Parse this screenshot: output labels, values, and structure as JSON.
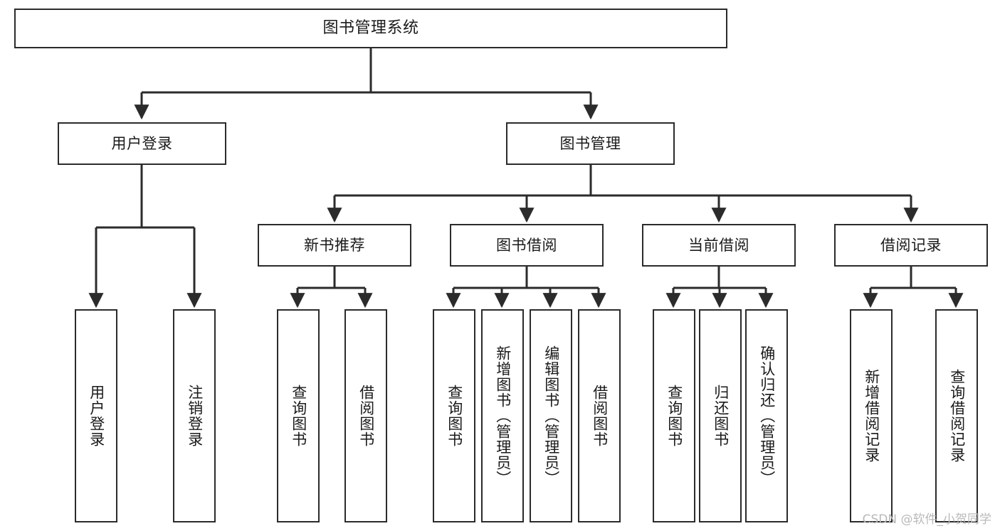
{
  "diagram": {
    "title": "图书管理系统",
    "watermark": "CSDN @软件_小贺同学",
    "levels": {
      "level1": {
        "label": "图书管理系统"
      },
      "level2": [
        {
          "label": "用户登录"
        },
        {
          "label": "图书管理"
        }
      ],
      "level3": [
        {
          "label": "新书推荐"
        },
        {
          "label": "图书借阅"
        },
        {
          "label": "当前借阅"
        },
        {
          "label": "借阅记录"
        }
      ],
      "leaves": {
        "user_login": [
          {
            "label": "用户登录"
          },
          {
            "label": "注销登录"
          }
        ],
        "new_book_recommend": [
          {
            "label": "查询图书"
          },
          {
            "label": "借阅图书"
          }
        ],
        "book_borrow": [
          {
            "label": "查询图书"
          },
          {
            "label": "新增图书（管理员）"
          },
          {
            "label": "编辑图书（管理员）"
          },
          {
            "label": "借阅图书"
          }
        ],
        "current_borrow": [
          {
            "label": "查询图书"
          },
          {
            "label": "归还图书"
          },
          {
            "label": "确认归还（管理员）"
          }
        ],
        "borrow_record": [
          {
            "label": "新增借阅记录"
          },
          {
            "label": "查询借阅记录"
          }
        ]
      }
    },
    "colors": {
      "stroke": "#2b2b2b",
      "fill": "#ffffff",
      "text": "#1a1a1a",
      "watermark": "#b9b9b9"
    }
  }
}
